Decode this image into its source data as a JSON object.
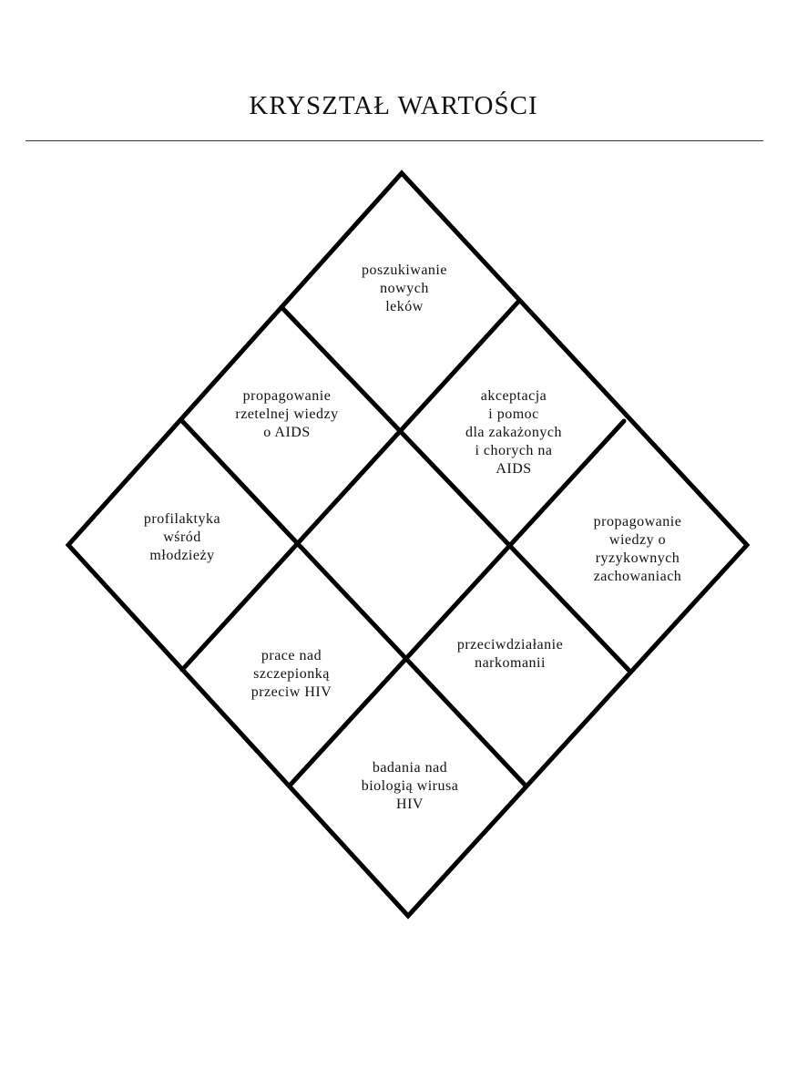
{
  "title": "KRYSZTAŁ WARTOŚCI",
  "cells": [
    {
      "id": "top",
      "text": "poszukiwanie\nnowych\nleków"
    },
    {
      "id": "upper-left",
      "text": "propagowanie\nrzetelnej wiedzy\no AIDS"
    },
    {
      "id": "upper-right",
      "text": "akceptacja\ni pomoc\ndla zakażonych\ni chorych na\nAIDS"
    },
    {
      "id": "left",
      "text": "profilaktyka\nwśród\nmłodzieży"
    },
    {
      "id": "center",
      "text": ""
    },
    {
      "id": "right",
      "text": "propagowanie\nwiedzy o\nryzykownych\nzachowaniach"
    },
    {
      "id": "lower-left",
      "text": "prace nad\nszczepionką\nprzeciw HIV"
    },
    {
      "id": "lower-right",
      "text": "przeciwdziałanie\nnarkomanii"
    },
    {
      "id": "bottom",
      "text": "badania nad\nbiologią wirusa\nHIV"
    }
  ]
}
